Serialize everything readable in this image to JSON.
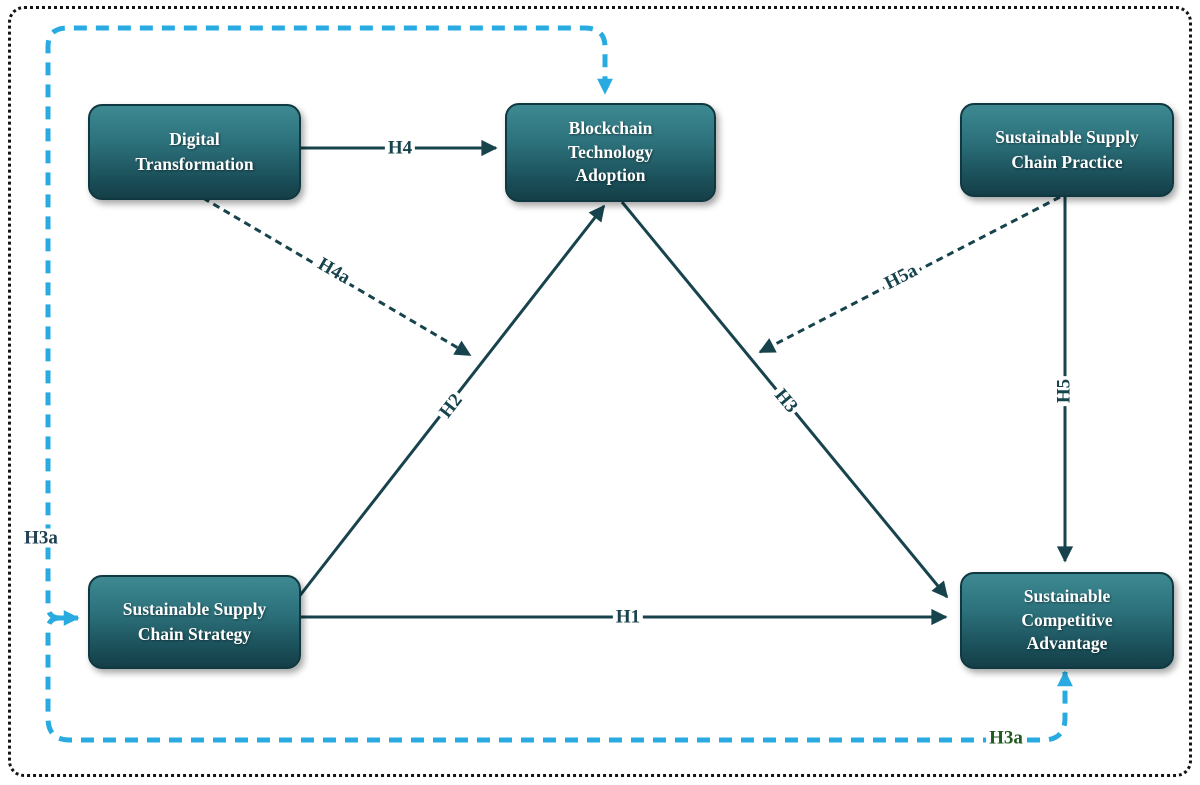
{
  "figure": {
    "type": "conceptual-research-model",
    "background": "#ffffff"
  },
  "colors": {
    "node_gradient_top": "#3d8992",
    "node_gradient_bottom": "#153f48",
    "node_border": "#0f3840",
    "node_text": "#ffffff",
    "line": "#17434d",
    "mediation_line": "#29abe2",
    "label_text": "#17434d",
    "h3a_left_text": "#1f3f52",
    "h3a_bottom_text": "#1e5b1e",
    "outer_border": "#141414"
  },
  "nodes": {
    "digital_transformation": {
      "lines": [
        "Digital",
        "Transformation"
      ]
    },
    "blockchain_technology_adoption": {
      "lines": [
        "Blockchain",
        "Technology",
        "Adoption"
      ]
    },
    "sustainable_supply_chain_practice": {
      "lines": [
        "Sustainable Supply",
        "Chain Practice"
      ]
    },
    "sustainable_supply_chain_strategy": {
      "lines": [
        "Sustainable Supply",
        "Chain Strategy"
      ]
    },
    "sustainable_competitive_advantage": {
      "lines": [
        "Sustainable",
        "Competitive",
        "Advantage"
      ]
    }
  },
  "hypotheses": {
    "h1": "H1",
    "h2": "H2",
    "h3": "H3",
    "h4": "H4",
    "h5": "H5",
    "h4a": "H4a",
    "h5a": "H5a",
    "h3a_left": "H3a",
    "h3a_bottom": "H3a"
  }
}
